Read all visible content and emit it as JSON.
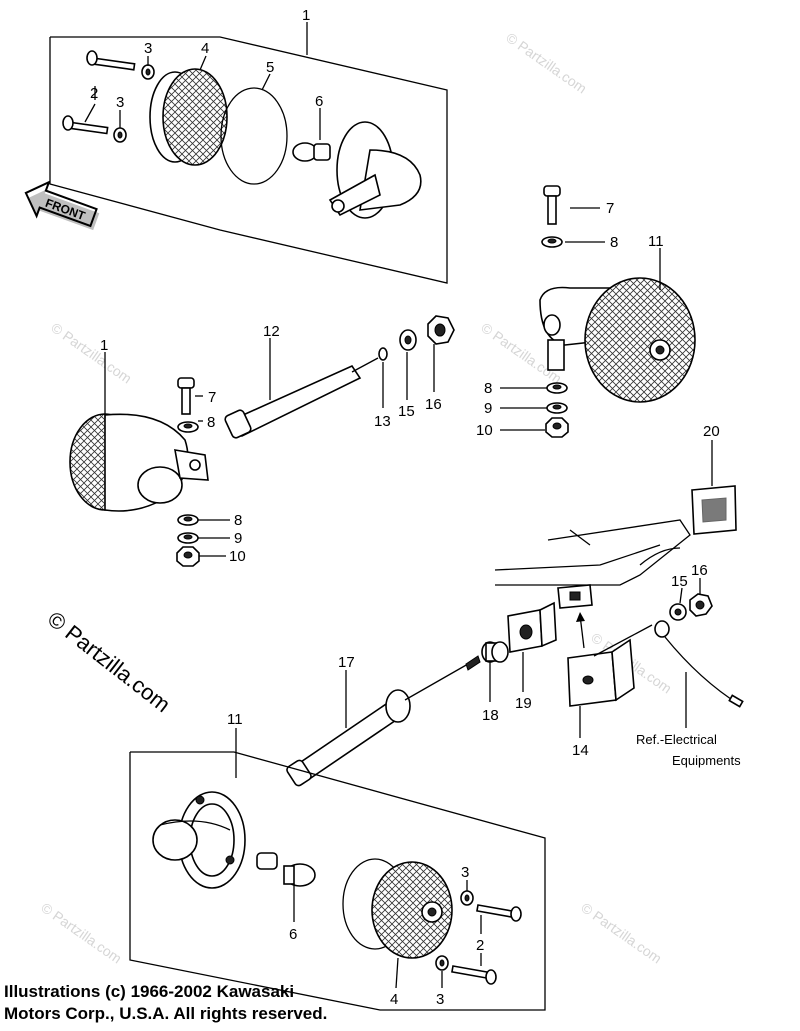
{
  "watermark": "© Partzilla.com",
  "front_label": "FRONT",
  "callouts": {
    "c1a": "1",
    "c1b": "1",
    "c2a": "2",
    "c2b": "2",
    "c3a": "3",
    "c3b": "3",
    "c3c": "3",
    "c3d": "3",
    "c4a": "4",
    "c4b": "4",
    "c5": "5",
    "c6a": "6",
    "c6b": "6",
    "c7a": "7",
    "c7b": "7",
    "c8a": "8",
    "c8b": "8",
    "c8c": "8",
    "c8d": "8",
    "c9a": "9",
    "c9b": "9",
    "c10a": "10",
    "c10b": "10",
    "c11a": "11",
    "c11b": "11",
    "c12": "12",
    "c13": "13",
    "c14": "14",
    "c15a": "15",
    "c15b": "15",
    "c16a": "16",
    "c16b": "16",
    "c17": "17",
    "c18": "18",
    "c19": "19",
    "c20": "20"
  },
  "reference": {
    "line1": "Ref.-Electrical",
    "line2": "Equipments"
  },
  "copyright": {
    "line1": "Illustrations (c) 1966-2002 Kawasaki",
    "line2": "Motors Corp., U.S.A.  All rights reserved."
  }
}
